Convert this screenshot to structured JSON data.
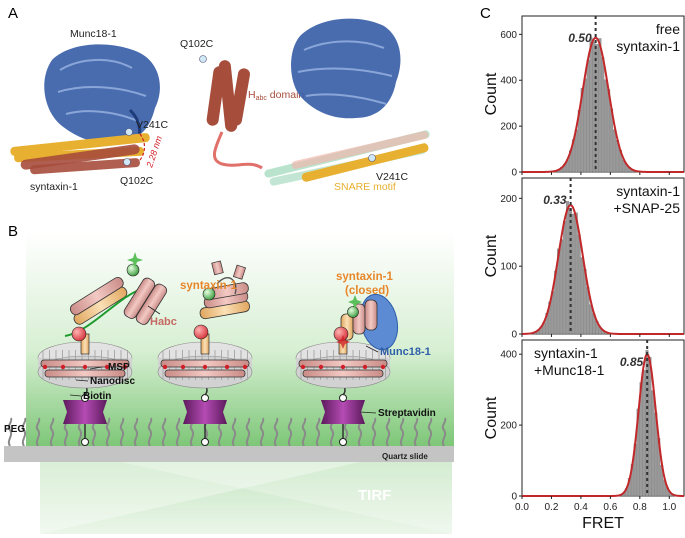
{
  "panels": {
    "a": {
      "letter": "A",
      "labels": {
        "munc": "Munc18-1",
        "v241c_left": "V241C",
        "distance": "2.28 nm",
        "syntaxin": "syntaxin-1",
        "q102c_left": "Q102C",
        "q102c_right": "Q102C",
        "habc_prefix": "H",
        "habc_sub": "abc",
        "habc_suffix": " domain",
        "v241c_right": "V241C",
        "snare_motif": "SNARE motif"
      }
    },
    "b": {
      "letter": "B",
      "labels": {
        "syntaxin": "syntaxin-1",
        "syntaxin_closed": "syntaxin-1",
        "closed": "(closed)",
        "habc": "Habc",
        "munc": "Munc18-1",
        "msp": "MSP",
        "nanodisc": "Nanodisc",
        "biotin": "Biotin",
        "streptavidin": "Streptavidin",
        "peg": "PEG",
        "quartz": "Quartz slide",
        "tirf": "TIRF"
      }
    },
    "c": {
      "letter": "C"
    }
  },
  "colors": {
    "munc": "#3a5fa8",
    "habc": "#a64d3c",
    "snare": "#e8b030",
    "fit": "#c0282a",
    "bar": "#9a9a9a",
    "streptavidin": "#8b2a8b",
    "green_glow": "#6fc26a"
  },
  "chart_data": [
    {
      "type": "bar",
      "annotation": [
        "free",
        "syntaxin-1"
      ],
      "peak_label": "0.50",
      "peak": 0.5,
      "sigma": 0.088,
      "amplitude": 585,
      "ylabel": "Count",
      "xlabel": "",
      "xlim": [
        0.0,
        1.1
      ],
      "ylim": [
        0,
        680
      ],
      "yticks": [
        0,
        200,
        400,
        600
      ],
      "xticks": []
    },
    {
      "type": "bar",
      "annotation": [
        "syntaxin-1",
        "+SNAP-25"
      ],
      "peak_label": "0.33",
      "peak": 0.33,
      "sigma": 0.083,
      "amplitude": 190,
      "ylabel": "Count",
      "xlabel": "",
      "xlim": [
        0.0,
        1.1
      ],
      "ylim": [
        0,
        230
      ],
      "yticks": [
        0,
        100,
        200
      ],
      "xticks": []
    },
    {
      "type": "bar",
      "annotation": [
        "syntaxin-1",
        "+Munc18-1"
      ],
      "peak_label": "0.85",
      "peak": 0.85,
      "sigma": 0.058,
      "amplitude": 400,
      "ylabel": "Count",
      "xlabel": "FRET",
      "xlim": [
        0.0,
        1.1
      ],
      "ylim": [
        0,
        440
      ],
      "yticks": [
        0,
        200,
        400
      ],
      "xticks": [
        "0.0",
        "0.2",
        "0.4",
        "0.6",
        "0.8",
        "1.0"
      ]
    }
  ]
}
